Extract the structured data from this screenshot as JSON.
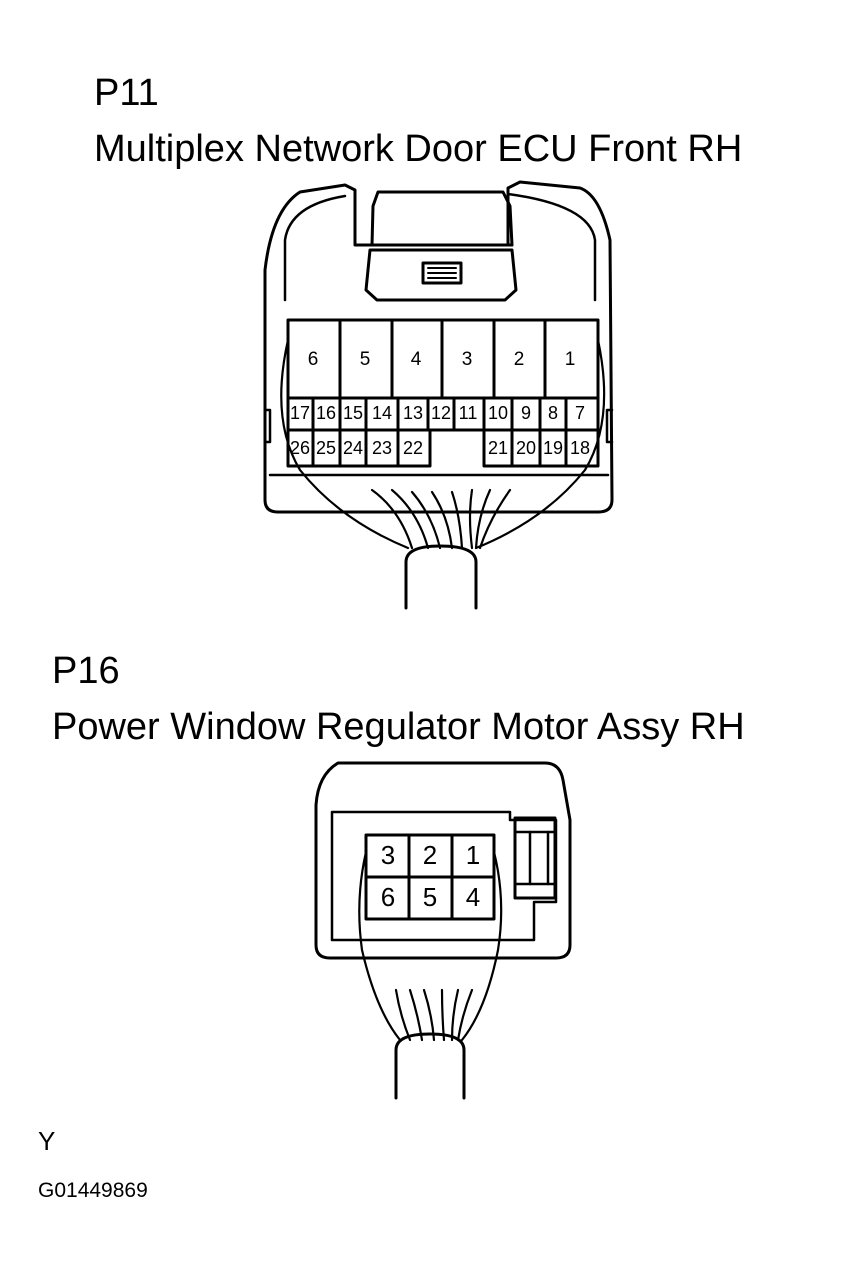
{
  "connectors": [
    {
      "code": "P11",
      "name": "Multiplex Network Door ECU Front RH",
      "large_pins": [
        "6",
        "5",
        "4",
        "3",
        "2",
        "1"
      ],
      "middle_pins": [
        "17",
        "16",
        "15",
        "14",
        "13",
        "12",
        "11",
        "10",
        "9",
        "8",
        "7"
      ],
      "bottom_left_pins": [
        "26",
        "25",
        "24",
        "23",
        "22"
      ],
      "bottom_right_pins": [
        "21",
        "20",
        "19",
        "18"
      ]
    },
    {
      "code": "P16",
      "name": "Power Window Regulator Motor Assy RH",
      "top_pins": [
        "3",
        "2",
        "1"
      ],
      "bottom_pins": [
        "6",
        "5",
        "4"
      ]
    }
  ],
  "footer": {
    "view_letter": "Y",
    "figure_id": "G01449869"
  }
}
